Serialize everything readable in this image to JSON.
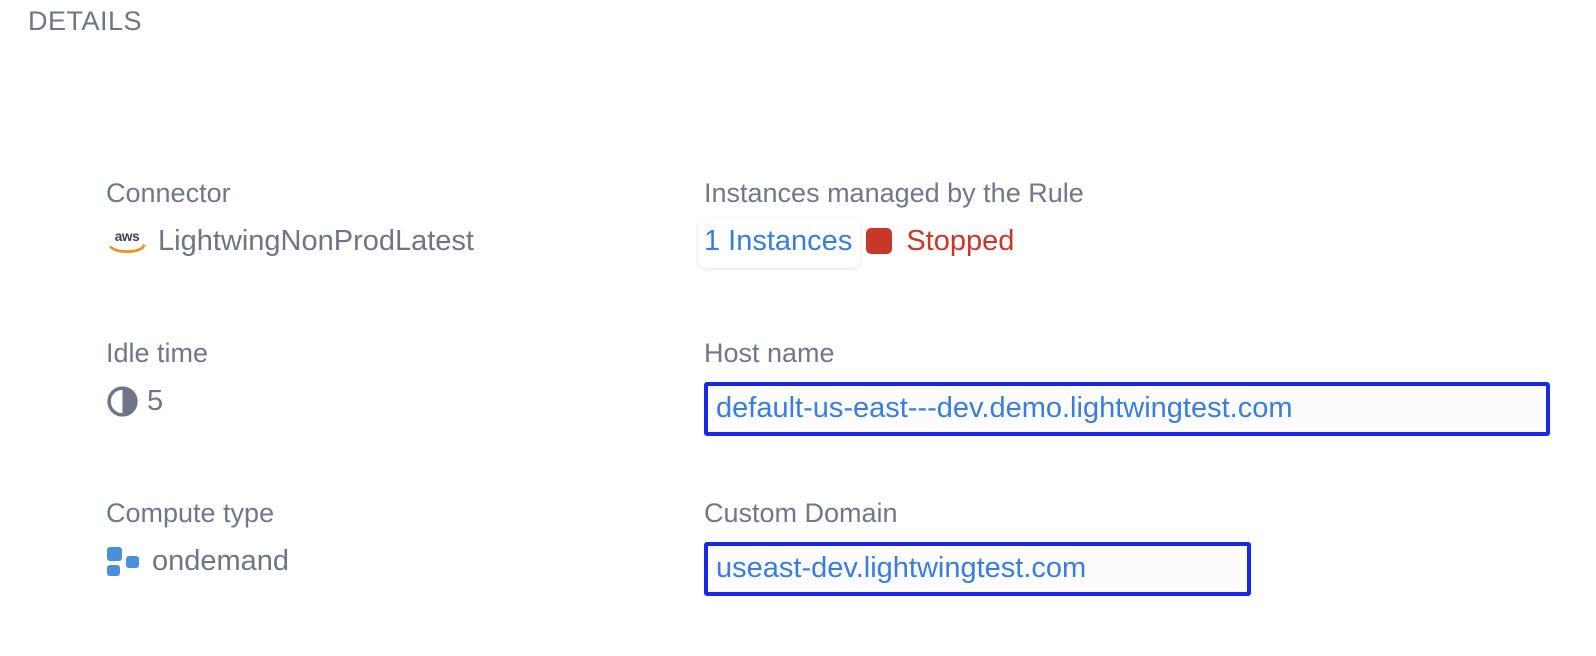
{
  "section": {
    "title": "DETAILS"
  },
  "fields": {
    "connector": {
      "label": "Connector",
      "value": "LightwingNonProdLatest",
      "icon": "aws-icon"
    },
    "instances": {
      "label": "Instances managed by the Rule",
      "count_label": "1 Instances",
      "status": "Stopped",
      "status_color": "#c8382a",
      "link_color": "#3b7ddd"
    },
    "idle_time": {
      "label": "Idle time",
      "value": "5",
      "icon": "clock-icon"
    },
    "host_name": {
      "label": "Host name",
      "value": "default-us-east---dev.demo.lightwingtest.com",
      "highlight_color": "#1a27e8"
    },
    "compute_type": {
      "label": "Compute type",
      "value": "ondemand",
      "icon": "grid-icon"
    },
    "custom_domain": {
      "label": "Custom Domain",
      "value": "useast-dev.lightwingtest.com",
      "highlight_color": "#1a27e8"
    }
  },
  "colors": {
    "label_text": "#70778a",
    "value_text": "#6e7585",
    "link_blue": "#3b7ddd",
    "highlight_blue": "#1a27e8",
    "status_red": "#c8382a",
    "icon_blue": "#4a90d9",
    "aws_orange": "#ef9023",
    "background": "#ffffff"
  }
}
